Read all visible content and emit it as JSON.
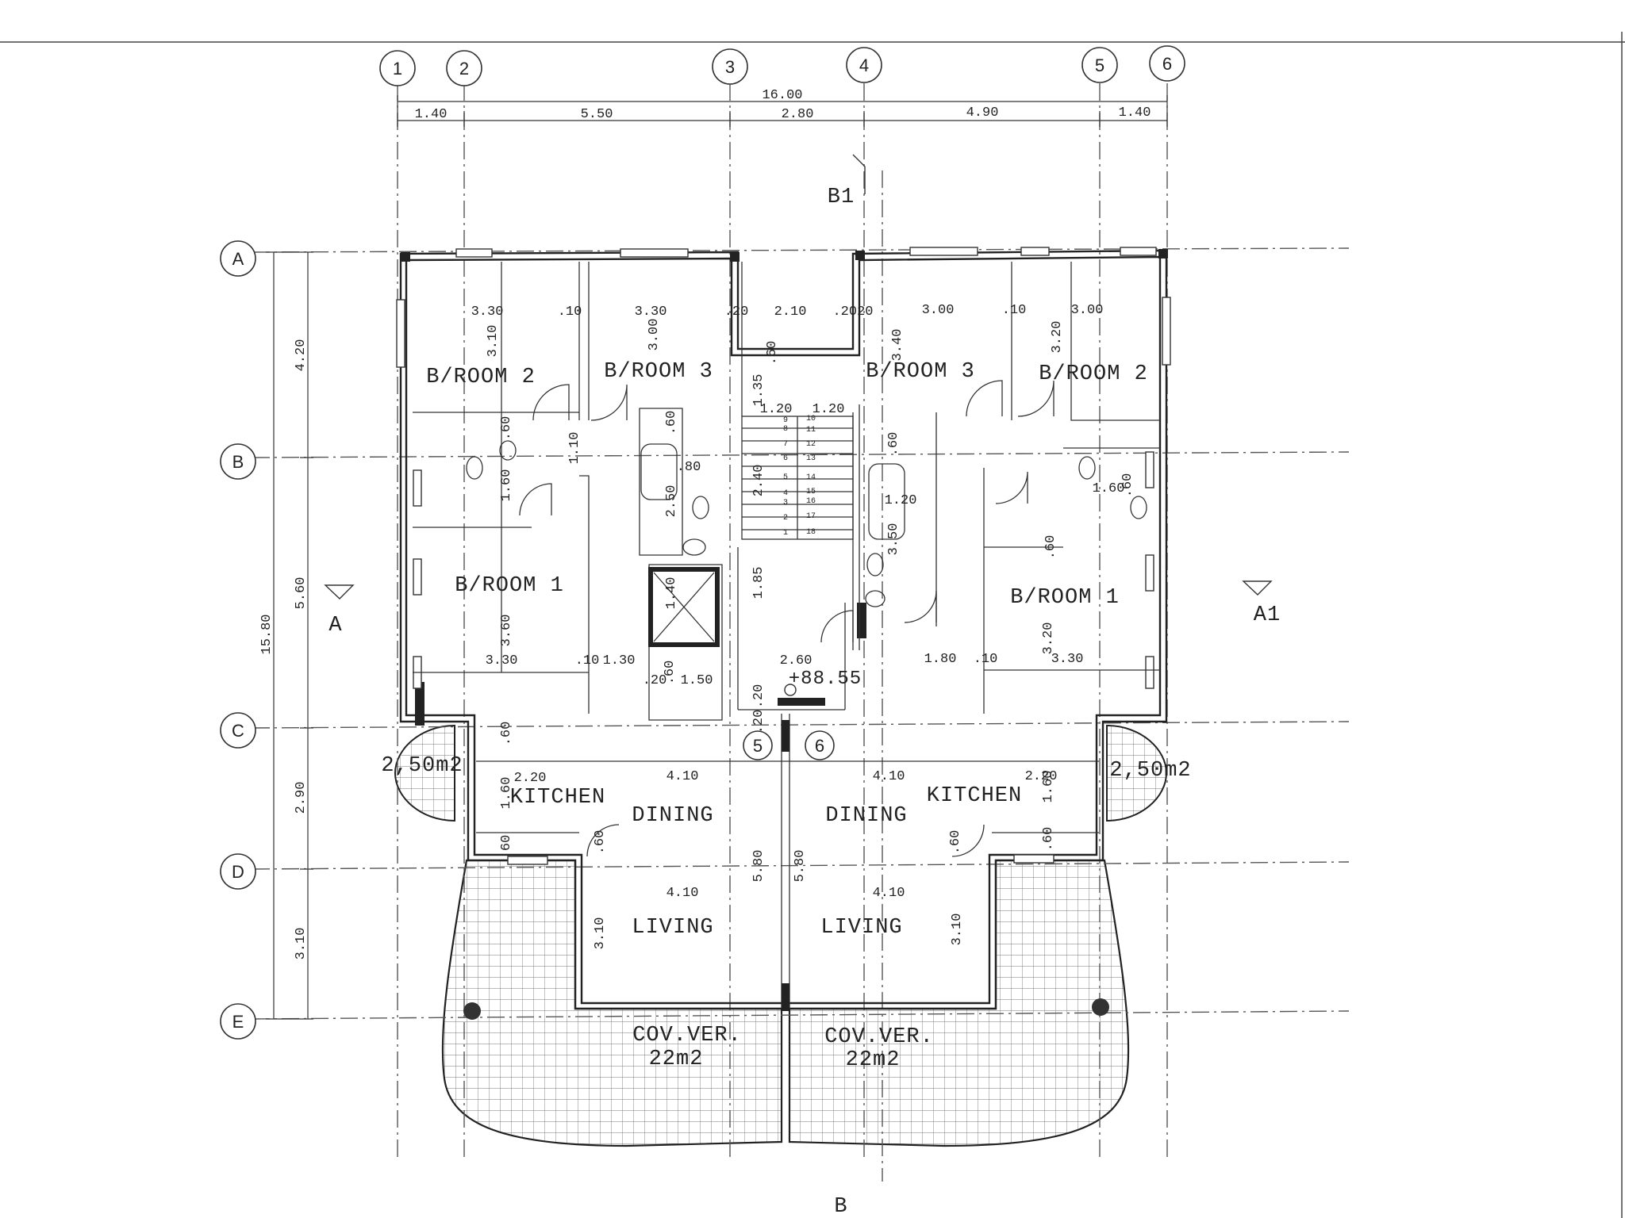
{
  "grid_columns": [
    "1",
    "2",
    "3",
    "4",
    "5",
    "6"
  ],
  "grid_rows": [
    "A",
    "B",
    "C",
    "D",
    "E"
  ],
  "overall_width": "16.00",
  "top_dims": [
    "1.40",
    "5.50",
    "2.80",
    "4.90",
    "1.40"
  ],
  "overall_height": "15.80",
  "left_dims": [
    "4.20",
    "5.60",
    "2.90",
    "3.10"
  ],
  "section_marks": {
    "b1": "B1",
    "a": "A",
    "a1": "A1",
    "b": "B"
  },
  "stair_cols": [
    "5",
    "6"
  ],
  "level": "+88.55",
  "rooms": {
    "bedroom2_left": "B/ROOM 2",
    "bedroom3_left": "B/ROOM 3",
    "bedroom3_right": "B/ROOM 3",
    "bedroom2_right": "B/ROOM 2",
    "bedroom1_left": "B/ROOM 1",
    "bedroom1_right": "B/ROOM 1",
    "kitchen_left": "KITCHEN",
    "dining_left": "DINING",
    "dining_right": "DINING",
    "kitchen_right": "KITCHEN",
    "living_left": "LIVING",
    "living_right": "LIVING",
    "veranda_left": "COV.VER.",
    "veranda_left_area": "22m2",
    "veranda_right": "COV.VER.",
    "veranda_right_area": "22m2",
    "balcony_left": "2,50m2",
    "balcony_right": "2,50m2"
  },
  "inner_dims": {
    "d01": "3.30",
    "d02": ".10",
    "d03": "3.30",
    "d04": ".20",
    "d05": "2.10",
    "d06": ".2020",
    "d07": "3.00",
    "d08": ".10",
    "d09": "3.00",
    "d10": "3.10",
    "d11": "3.00",
    "d12": "3.40",
    "d13": "3.20",
    "d14": ".60",
    "d15": "1.35",
    "d16": "1.20",
    "d17": "1.20",
    "d18": ".60",
    "d19": "1.10",
    "d20": ".60",
    "d21": ".60",
    "d22": ".80",
    "d23": "2.40",
    "d24": "2.50",
    "d25": "1.60",
    "d26": "1.20",
    "d27": "1.60",
    "d28": ".60",
    "d29": ".60",
    "d30": "3.50",
    "d31": "1.40",
    "d32": "1.85",
    "d33": "3.60",
    "d34": "3.20",
    "d35": "3.30",
    "d36": ".10",
    "d37": "1.30",
    "d38": ".20",
    "d39": ".60",
    "d40": "1.50",
    "d41": "2.60",
    "d42": "1.80",
    "d43": ".10",
    "d44": "3.30",
    "d45": ".20",
    "d46": ".60",
    "d47": ".20",
    "d48": "2.20",
    "d49": "4.10",
    "d50": "4.10",
    "d51": "2.20",
    "d52": "1.60",
    "d53": "1.60",
    "d54": ".60",
    "d55": ".60",
    "d56": ".60",
    "d57": ".60",
    "d58": "5.80",
    "d59": "5.80",
    "d60": "4.10",
    "d61": "4.10",
    "d62": "3.10",
    "d63": "3.10"
  },
  "stair_steps": [
    "1",
    "2",
    "3",
    "4",
    "5",
    "6",
    "7",
    "8",
    "9",
    "10",
    "11",
    "12",
    "13",
    "14",
    "15",
    "16",
    "17",
    "18"
  ]
}
